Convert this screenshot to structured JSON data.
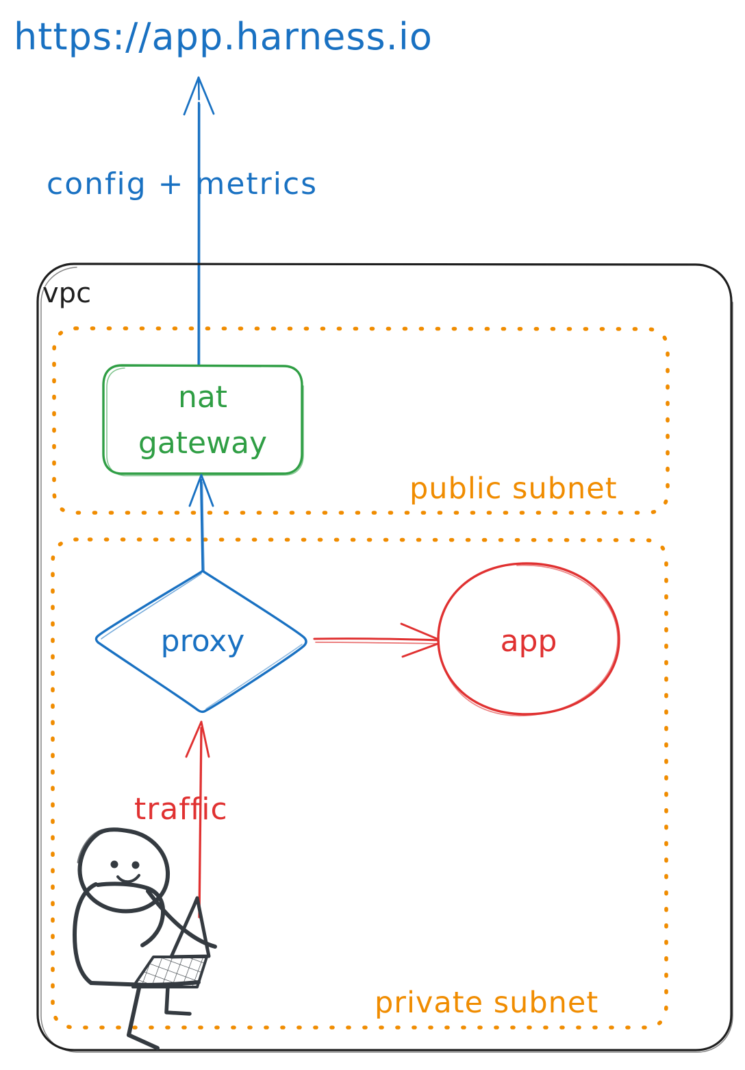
{
  "diagram": {
    "title_url": "https://app.harness.io",
    "edges": [
      {
        "id": "config-metrics",
        "label": "config + metrics",
        "color": "#1971c2",
        "from": "nat-gateway",
        "to": "harness-url"
      },
      {
        "id": "proxy-to-nat",
        "label": "",
        "color": "#1971c2",
        "from": "proxy",
        "to": "nat-gateway"
      },
      {
        "id": "proxy-to-app",
        "label": "",
        "color": "#e03131",
        "from": "proxy",
        "to": "app"
      },
      {
        "id": "user-to-proxy",
        "label": "traffic",
        "color": "#e03131",
        "from": "user",
        "to": "proxy"
      }
    ],
    "containers": [
      {
        "id": "vpc",
        "label": "vpc",
        "color": "#1e1e1e",
        "style": "solid-rounded"
      },
      {
        "id": "public-subnet",
        "label": "public subnet",
        "color": "#f08c00",
        "style": "dotted-rounded"
      },
      {
        "id": "private-subnet",
        "label": "private subnet",
        "color": "#f08c00",
        "style": "dotted-rounded"
      }
    ],
    "nodes": [
      {
        "id": "nat-gateway",
        "label_line1": "nat",
        "label_line2": "gateway",
        "shape": "rounded-rect",
        "color": "#2f9e44"
      },
      {
        "id": "proxy",
        "label": "proxy",
        "shape": "diamond",
        "color": "#1971c2"
      },
      {
        "id": "app",
        "label": "app",
        "shape": "ellipse",
        "color": "#e03131"
      },
      {
        "id": "user",
        "label": "",
        "shape": "person-with-laptop",
        "color": "#343a40"
      }
    ],
    "colors": {
      "blue": "#1971c2",
      "green": "#2f9e44",
      "orange": "#f08c00",
      "red": "#e03131",
      "black": "#1e1e1e",
      "figure": "#343a40",
      "background": "#ffffff"
    }
  }
}
